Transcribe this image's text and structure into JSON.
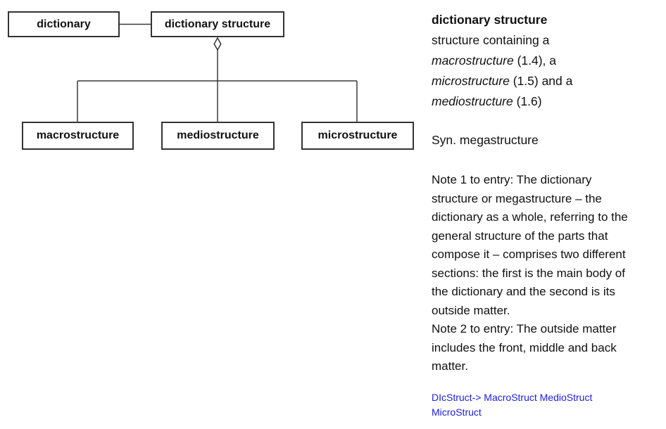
{
  "diagram": {
    "boxes": [
      {
        "label": "dictionary"
      },
      {
        "label": "dictionary structure"
      },
      {
        "label": "macrostructure"
      },
      {
        "label": "mediostructure"
      },
      {
        "label": "microstructure"
      }
    ],
    "relation_symbol": "aggregation-diamond"
  },
  "entry": {
    "term": "dictionary structure",
    "definition_segments": [
      {
        "text": "structure containing a\n"
      },
      {
        "text": "macrostructure",
        "italic": true
      },
      {
        "text": " (1.4), a\n"
      },
      {
        "text": "microstructure",
        "italic": true
      },
      {
        "text": " (1.5) and a\n"
      },
      {
        "text": "mediostructure",
        "italic": true
      },
      {
        "text": " (1.6)"
      }
    ],
    "synonym": "Syn. megastructure",
    "note1_lines": [
      "Note 1 to entry: The dictionary",
      "structure or megastructure – the",
      "dictionary as a whole, referring to the",
      "general structure of the parts that",
      "compose it – comprises two different",
      "sections: the first is the main body of",
      "the dictionary and the second is its",
      "outside matter."
    ],
    "note2_lines": [
      "Note 2 to entry: The outside matter",
      "includes the front, middle and back",
      "matter."
    ],
    "formula_lines": [
      "DIcStruct-> MacroStruct MedioStruct",
      "MicroStruct"
    ]
  },
  "colors": {
    "ink": "#111111",
    "diagram_line": "#3a3a3a",
    "box_border": "#333333",
    "box_fill": "#ffffff",
    "link_blue": "#1b1be4"
  }
}
